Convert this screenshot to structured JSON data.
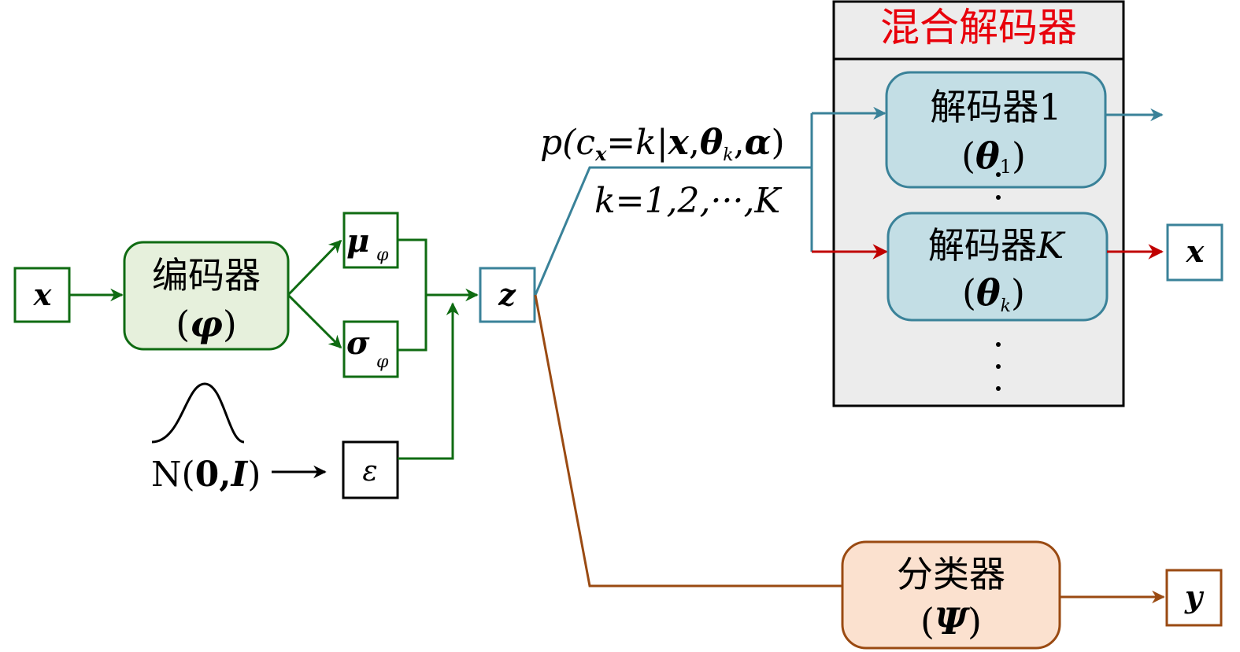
{
  "colors": {
    "green": "#0f6b12",
    "green_fill": "#e6f0dc",
    "teal": "#3a8299",
    "teal_fill": "#c3dee5",
    "red": "#c00000",
    "brown": "#9a4a12",
    "brown_fill": "#fbe1cf",
    "panel_fill": "#ececec",
    "title_red": "#e8000b",
    "black": "#000000"
  },
  "input": {
    "label": "x"
  },
  "encoder": {
    "title": "编码器",
    "param_open": "(",
    "param": "φ",
    "param_close": ")"
  },
  "mu": {
    "symbol": "μ",
    "sub": "φ"
  },
  "sigma": {
    "symbol": "σ",
    "sub": "φ"
  },
  "noise": {
    "dist": "N(",
    "zero": "0",
    "comma": ",",
    "ident": "I",
    "close": ")"
  },
  "epsilon": {
    "symbol": "ε"
  },
  "latent": {
    "symbol": "z"
  },
  "mixture": {
    "prob_label": "p(c",
    "prob_sub": "x",
    "prob_rest": "=k|",
    "prob_x": "x",
    "prob_comma": ",",
    "prob_theta": "θ",
    "prob_theta_sub": "k",
    "prob_comma2": ",",
    "prob_alpha": "α",
    "prob_close": ")",
    "k_range": "k=1,2,···,K"
  },
  "mixed_decoder": {
    "title": "混合解码器",
    "decoders": [
      {
        "title": "解码器1",
        "param": "θ",
        "param_sub": "1"
      },
      {
        "title": "解码器",
        "title_var": "K",
        "param": "θ",
        "param_sub": "k"
      }
    ]
  },
  "output_x": {
    "label": "x"
  },
  "classifier": {
    "title": "分类器",
    "param": "Ψ"
  },
  "output_y": {
    "label": "y"
  }
}
